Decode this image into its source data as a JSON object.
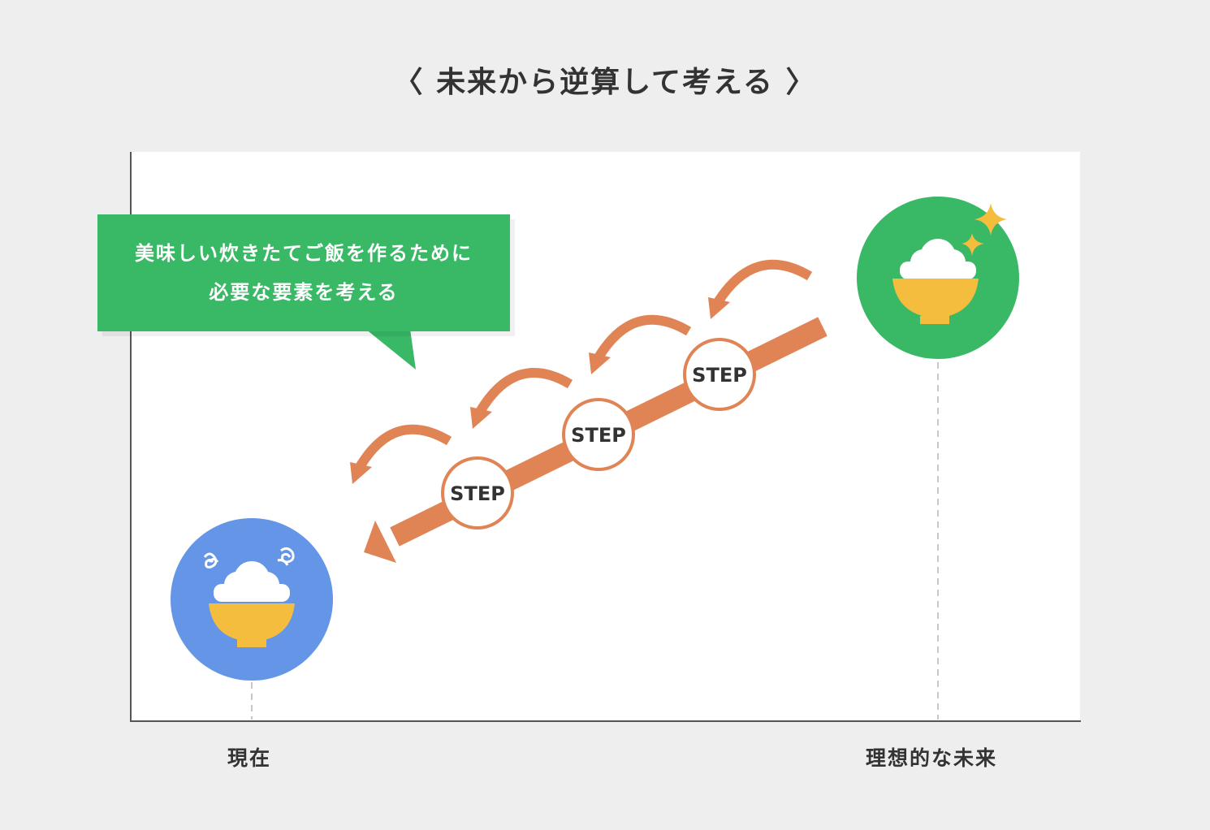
{
  "title": "〈 未来から逆算して考える 〉",
  "callout": {
    "line1": "美味しい炊きたてご飯を作るために",
    "line2": "必要な要素を考える"
  },
  "axis": {
    "start_label": "現在",
    "end_label": "理想的な未来"
  },
  "steps": [
    "STEP",
    "STEP",
    "STEP"
  ],
  "colors": {
    "background": "#eeeeee",
    "panel": "#ffffff",
    "accent_green": "#39b866",
    "accent_blue": "#6495e6",
    "arrow_orange": "#e08456",
    "bowl_yellow": "#f5bd3e",
    "sparkle": "#f5bd3e",
    "text": "#333333"
  },
  "icons": {
    "present": "rice-bowl-dizzy-icon",
    "future": "rice-bowl-sparkle-icon"
  }
}
